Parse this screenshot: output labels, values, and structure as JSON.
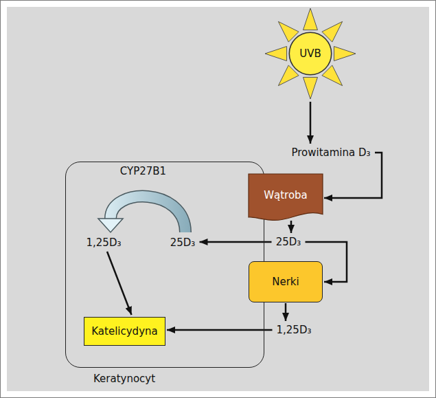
{
  "diagram": {
    "nodes": [
      {
        "text": [
          "Keratynocyt"
        ]
      },
      {
        "text": [
          "1,25D₃"
        ],
        "in": 0
      },
      {
        "text": [
          "25D₃"
        ],
        "in": 0
      },
      {
        "text": [
          "Katelicydyna"
        ],
        "in": 0
      },
      {
        "text": [
          "UVB"
        ]
      },
      {
        "text": [
          "Prowitamina D₃"
        ]
      },
      {
        "text": [
          "Wątroba"
        ]
      },
      {
        "text": [
          "25D₃"
        ]
      },
      {
        "text": [
          "Nerki"
        ]
      },
      {
        "text": [
          "1,25D₃"
        ]
      }
    ],
    "edges": [
      {
        "from": 4,
        "to": 5,
        "arrow": "to"
      },
      {
        "from": 5,
        "to": 6,
        "arrow": "to"
      },
      {
        "from": 6,
        "to": 7,
        "arrow": "to"
      },
      {
        "from": 7,
        "to": 2,
        "arrow": "to"
      },
      {
        "from": 7,
        "to": 8,
        "arrow": "to"
      },
      {
        "from": 8,
        "to": 9,
        "arrow": "to"
      },
      {
        "from": 9,
        "to": 3,
        "arrow": "to"
      },
      {
        "from": 2,
        "to": 1,
        "label": "CYP27B1",
        "arrow": "to"
      },
      {
        "from": 1,
        "to": 3,
        "arrow": "to"
      }
    ]
  }
}
